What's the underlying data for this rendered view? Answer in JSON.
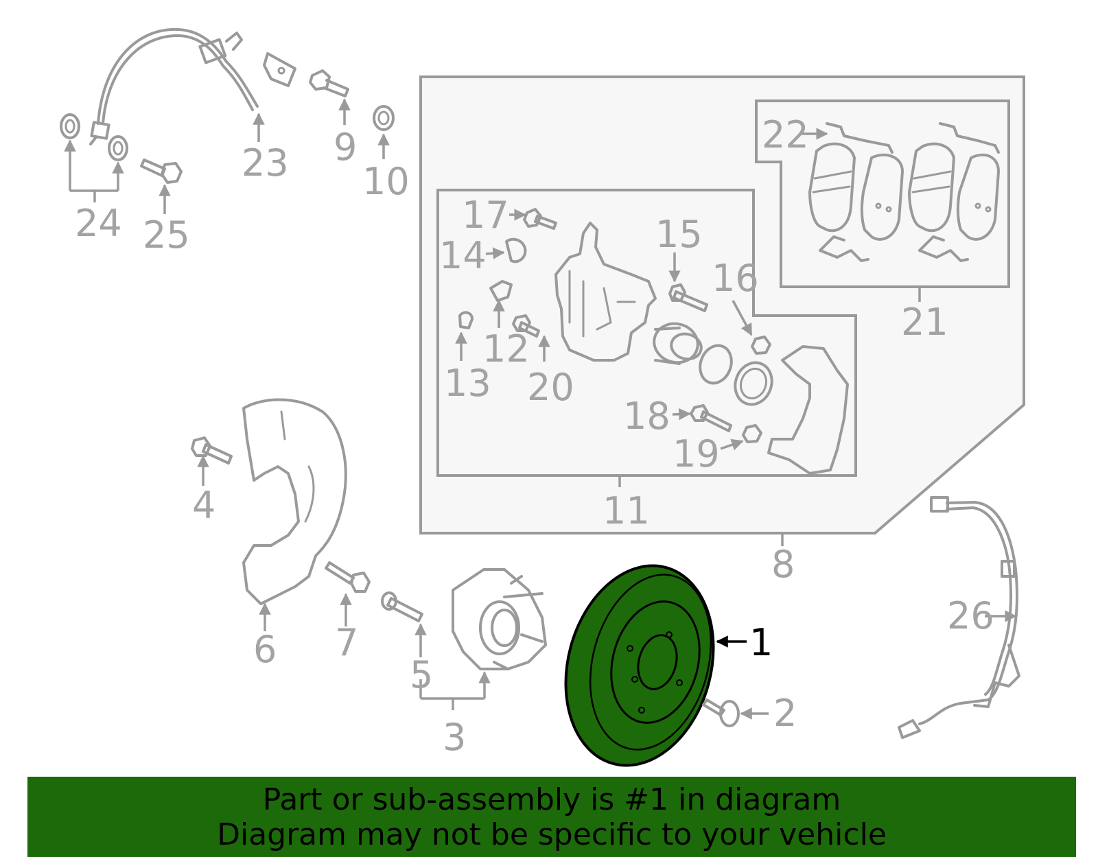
{
  "highlight_color": "#1d6a0a",
  "callouts": {
    "c1": "1",
    "c2": "2",
    "c3": "3",
    "c4": "4",
    "c5": "5",
    "c6": "6",
    "c7": "7",
    "c8": "8",
    "c9": "9",
    "c10": "10",
    "c11": "11",
    "c12": "12",
    "c13": "13",
    "c14": "14",
    "c15": "15",
    "c16": "16",
    "c17": "17",
    "c18": "18",
    "c19": "19",
    "c20": "20",
    "c21": "21",
    "c22": "22",
    "c23": "23",
    "c24": "24",
    "c25": "25",
    "c26": "26"
  },
  "banner": {
    "line1": "Part or sub-assembly is #1 in diagram",
    "line2": "Diagram may not be specific to your vehicle"
  }
}
